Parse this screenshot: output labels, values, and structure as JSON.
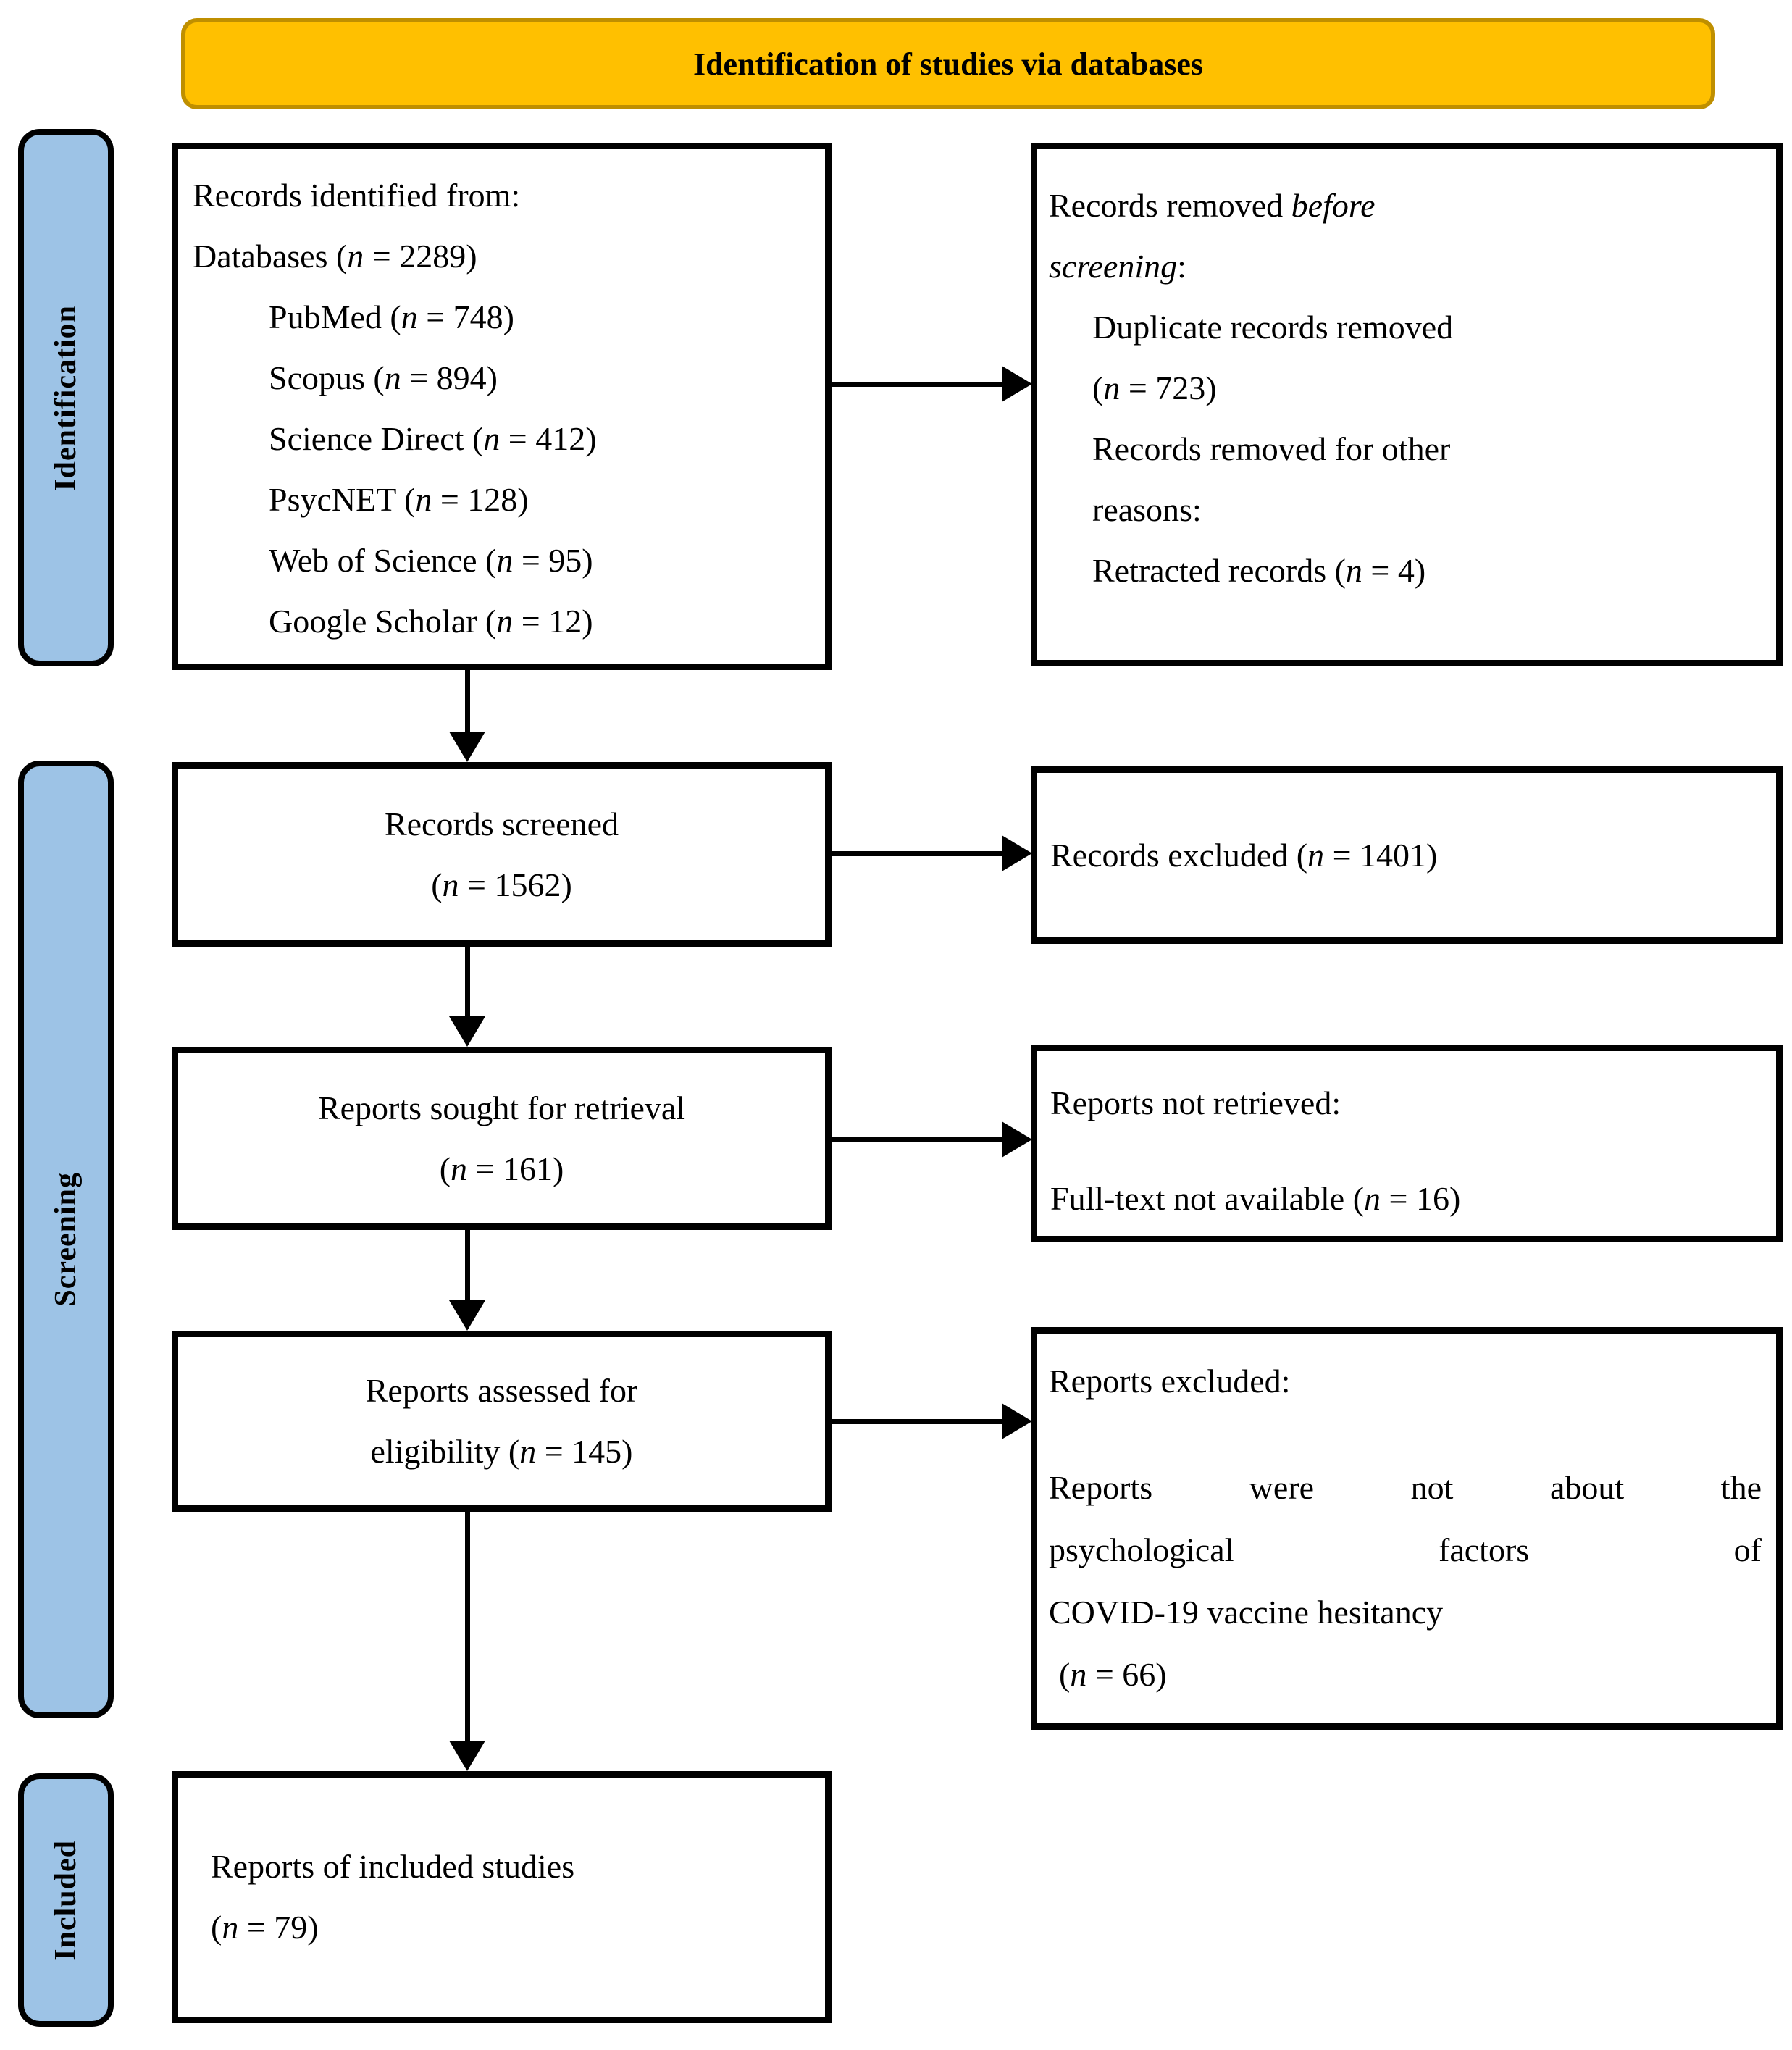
{
  "colors": {
    "banner-bg": "#FFC000",
    "banner-border": "#BF8F00",
    "sidebar-bg": "#9DC3E6",
    "line-color": "#000000"
  },
  "banner": {
    "title": "Identification of studies via databases"
  },
  "sidebar": {
    "identification": "Identification",
    "screening": "Screening",
    "included": "Included"
  },
  "boxes": {
    "identified": {
      "lines": [
        {
          "pre": "Records identified from:",
          "it": "",
          "post": ""
        },
        {
          "pre": "Databases (",
          "it": "n",
          "post": " = 2289)"
        },
        {
          "pre": "PubMed (",
          "it": "n",
          "post": " = 748)"
        },
        {
          "pre": "Scopus (",
          "it": "n",
          "post": " = 894)"
        },
        {
          "pre": "Science Direct (",
          "it": "n",
          "post": " = 412)"
        },
        {
          "pre": "PsycNET (",
          "it": "n",
          "post": " = 128)"
        },
        {
          "pre": "Web of Science (",
          "it": "n",
          "post": " = 95)"
        },
        {
          "pre": "Google Scholar (",
          "it": "n",
          "post": " = 12)"
        }
      ]
    },
    "removed": {
      "lines": [
        {
          "pre": "Records removed ",
          "it": "before",
          "post": ""
        },
        {
          "pre": "",
          "it": "screening",
          "post": ":"
        },
        {
          "pre": "Duplicate records removed",
          "it": "",
          "post": ""
        },
        {
          "pre": "(",
          "it": "n",
          "post": " = 723)"
        },
        {
          "pre": "Records removed for other",
          "it": "",
          "post": ""
        },
        {
          "pre": "reasons:",
          "it": "",
          "post": ""
        },
        {
          "pre": "Retracted records (",
          "it": "n",
          "post": " = 4)"
        }
      ]
    },
    "screened": {
      "lines": [
        {
          "pre": "Records screened",
          "it": "",
          "post": ""
        },
        {
          "pre": "(",
          "it": "n",
          "post": " = 1562)"
        }
      ]
    },
    "excluded": {
      "lines": [
        {
          "pre": "Records excluded (",
          "it": "n",
          "post": " = 1401)"
        }
      ]
    },
    "sought": {
      "lines": [
        {
          "pre": "Reports sought for retrieval",
          "it": "",
          "post": ""
        },
        {
          "pre": "(",
          "it": "n",
          "post": " = 161)"
        }
      ]
    },
    "not_retrieved": {
      "lines": [
        {
          "pre": "Reports not retrieved:",
          "it": "",
          "post": ""
        },
        {
          "pre": "Full-text not available (",
          "it": "n",
          "post": " = 16)"
        }
      ]
    },
    "assessed": {
      "lines": [
        {
          "pre": "Reports assessed for",
          "it": "",
          "post": ""
        },
        {
          "pre": "eligibility (",
          "it": "n",
          "post": " = 145)"
        }
      ]
    },
    "reports_excluded": {
      "heading": {
        "pre": "Reports excluded:",
        "it": "",
        "post": ""
      },
      "para": [
        "Reports were not about the",
        "psychological factors of",
        "COVID-19 vaccine hesitancy"
      ],
      "tail": {
        "pre": "(",
        "it": "n",
        "post": " = 66)"
      }
    },
    "included_reports": {
      "lines": [
        {
          "pre": "Reports of included studies",
          "it": "",
          "post": ""
        },
        {
          "pre": "(",
          "it": "n",
          "post": " = 79)"
        }
      ]
    }
  }
}
